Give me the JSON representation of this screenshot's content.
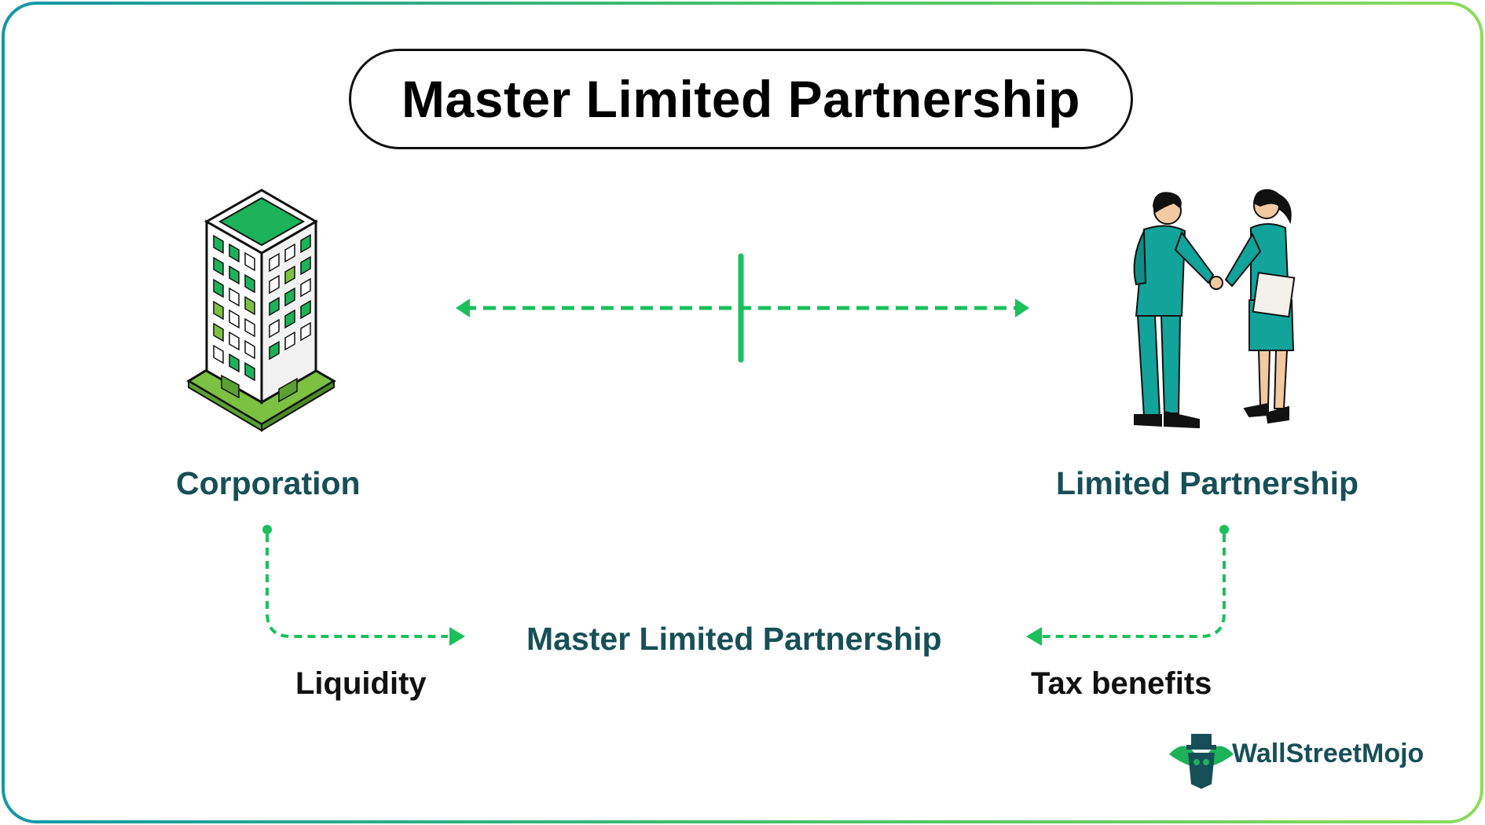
{
  "title": "Master Limited Partnership",
  "left_node": {
    "label": "Corporation",
    "attribute": "Liquidity"
  },
  "right_node": {
    "label": "Limited Partnership",
    "attribute": "Tax benefits"
  },
  "center_node": {
    "label": "Master Limited Partnership"
  },
  "brand": {
    "name": "WallStreetMojo"
  },
  "colors": {
    "accent_green": "#1bbf5c",
    "label_teal": "#174f57",
    "suit_teal": "#12a39a",
    "building_green": "#1cb25a"
  }
}
